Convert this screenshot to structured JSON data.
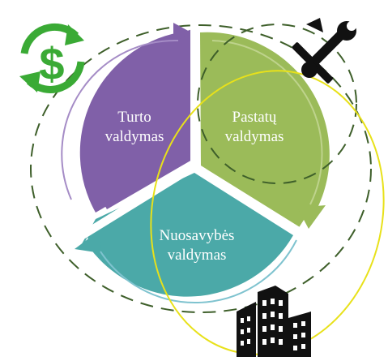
{
  "diagram": {
    "segments": [
      {
        "id": "turto",
        "line1": "Turto",
        "line2": "valdymas",
        "color": "#8060a8",
        "highlight": "#a58cc6"
      },
      {
        "id": "pastatu",
        "line1": "Pastatų",
        "line2": "valdymas",
        "color": "#9bbb59",
        "highlight": "#bed38c"
      },
      {
        "id": "nuosavybes",
        "line1": "Nuosavybės",
        "line2": "valdymas",
        "color": "#4bacc6",
        "highlight": "#7fc3cf"
      }
    ],
    "icons": {
      "money": {
        "name": "dollar-cycle-icon",
        "color": "#3aaa35",
        "glyph": "$"
      },
      "tools": {
        "name": "wrench-screwdriver-icon",
        "color": "#111111"
      },
      "building": {
        "name": "office-buildings-icon",
        "color": "#111111"
      }
    },
    "overlay_colors": {
      "dashed": "#3e5f2a",
      "yellow": "#e8e11a"
    }
  }
}
